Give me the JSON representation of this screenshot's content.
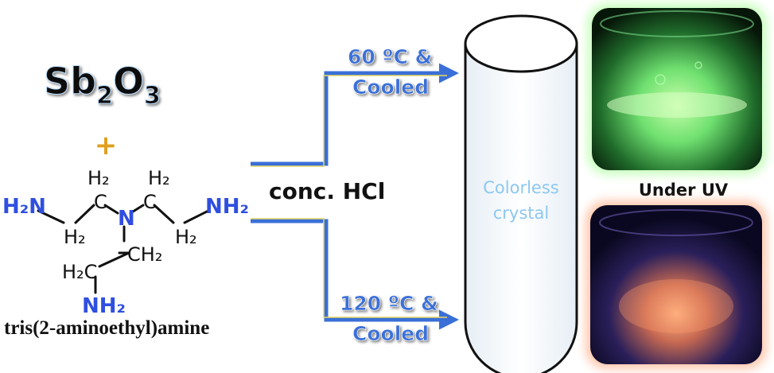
{
  "reactant": {
    "oxide": {
      "main": "Sb",
      "sub1": "2",
      "mid": "O",
      "sub2": "3"
    },
    "plus": "+"
  },
  "molecule": {
    "left_amine": "H₂N",
    "right_amine": "NH₂",
    "bottom_amine": "NH₂",
    "central_n": "N",
    "h2_top_left": "H₂",
    "c_top_left": "C",
    "h2_bottom_left": "H₂",
    "h2_top_right": "H₂",
    "c_top_right": "C",
    "h2_bottom_right": "H₂",
    "ch2": "CH₂",
    "h2c": "H₂C",
    "name": "tris(2-aminoethyl)amine"
  },
  "reagent": "conc. HCl",
  "route_top": {
    "line1": "60 ºC &",
    "line2": "Cooled"
  },
  "route_bottom": {
    "line1": "120 ºC &",
    "line2": "Cooled"
  },
  "product": {
    "line1": "Colorless",
    "line2": "crystal"
  },
  "uv_label": "Under UV",
  "colors": {
    "arrow": "#3a6fd8",
    "amine_text": "#2f4fe0",
    "plus": "#e0a020",
    "product_text": "#8cc8f0",
    "green_glow": "#6dff6d",
    "orange_glow": "#ff9a6a"
  }
}
